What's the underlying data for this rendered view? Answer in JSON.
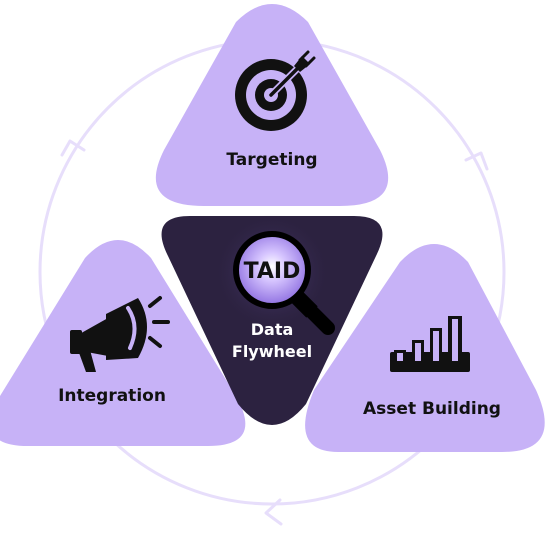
{
  "diagram": {
    "center": {
      "badge": "TAID",
      "line1": "Data",
      "line2": "Flywheel"
    },
    "stages": [
      {
        "label": "Targeting",
        "icon": "target-dart-icon"
      },
      {
        "label": "Integration",
        "icon": "megaphone-icon"
      },
      {
        "label": "Asset Building",
        "icon": "bar-chart-icon"
      }
    ],
    "colors": {
      "stage_fill": "#c7b2f7",
      "center_fill": "#2c2240",
      "cycle_ring": "#e7defb",
      "icon": "#111111",
      "center_text": "#ffffff"
    }
  }
}
